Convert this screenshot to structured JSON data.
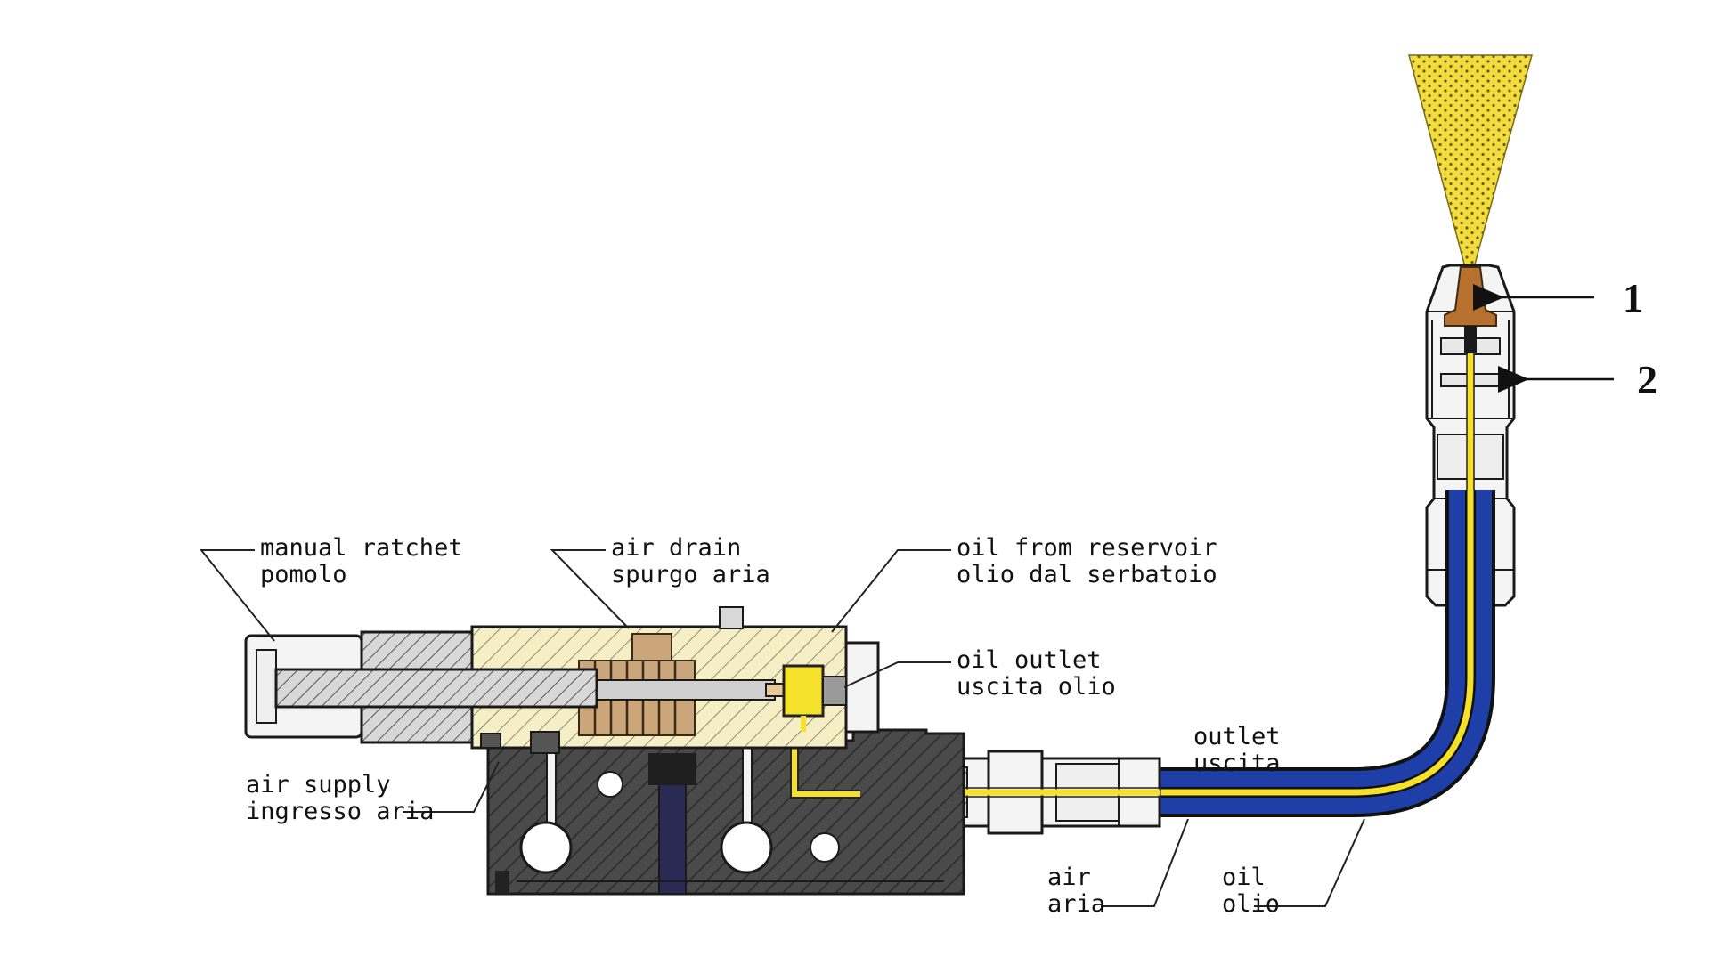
{
  "labels": {
    "manual_ratchet": {
      "en": "manual ratchet",
      "it": "pomolo"
    },
    "air_drain": {
      "en": "air drain",
      "it": "spurgo aria"
    },
    "oil_from_reservoir": {
      "en": "oil from reservoir",
      "it": "olio dal serbatoio"
    },
    "oil_outlet": {
      "en": "oil outlet",
      "it": "uscita olio"
    },
    "outlet": {
      "en": "outlet",
      "it": "uscita"
    },
    "air_supply": {
      "en": "air supply",
      "it": "ingresso aria"
    },
    "air": {
      "en": "air",
      "it": "aria"
    },
    "oil": {
      "en": "oil",
      "it": "olio"
    }
  },
  "callouts": {
    "one": "1",
    "two": "2"
  },
  "colors": {
    "spray": "#f2dd3c",
    "oil_line": "#f5e12a",
    "air_hose": "#1f3fa8",
    "body_fill": "#f6efc6",
    "block_fill": "#444444",
    "nozzle_tip": "#b8702e",
    "bronze": "#caa67a"
  },
  "icons": [
    "spray-cone-icon",
    "arrow-icon"
  ]
}
